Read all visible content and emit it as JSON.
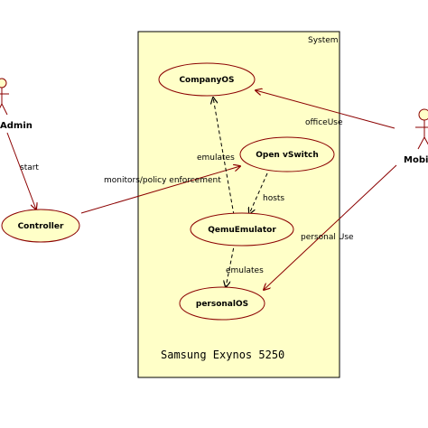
{
  "system": {
    "title": "System",
    "note": "Samsung Exynos 5250"
  },
  "actors": {
    "admin": "Admin",
    "mobile": "Mobil"
  },
  "use_cases": {
    "company_os": "CompanyOS",
    "open_vswitch": "Open vSwitch",
    "qemu_emulator": "QemuEmulator",
    "personal_os": "personalOS",
    "controller": "Controller"
  },
  "relations": {
    "start": "start",
    "monitors": "monitors/policy enforcement",
    "emulates_company": "emulates",
    "hosts": "hosts",
    "emulates_personal": "emulates",
    "office_use": "officeUse",
    "personal_use": "personal Use"
  },
  "colors": {
    "boundary_fill": "#ffffc8",
    "usecase_fill": "#ffffc8",
    "stroke": "#8b0000",
    "line": "#000000"
  }
}
